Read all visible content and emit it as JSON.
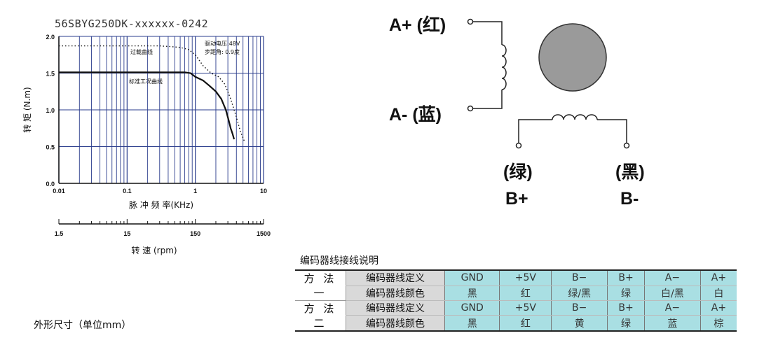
{
  "model": "56SBYG250DK-xxxxxx-0242",
  "chart_data": {
    "type": "line",
    "x_scale": "log",
    "xlim": [
      0.01,
      10
    ],
    "ylim": [
      0,
      2.0
    ],
    "xticks": [
      {
        "value": 0.01,
        "label": "0.01"
      },
      {
        "value": 0.1,
        "label": "0.1"
      },
      {
        "value": 1,
        "label": "1"
      },
      {
        "value": 10,
        "label": "10"
      }
    ],
    "yticks": [
      {
        "value": 0,
        "label": "0.0"
      },
      {
        "value": 0.5,
        "label": "0.5"
      },
      {
        "value": 1.0,
        "label": "1.0"
      },
      {
        "value": 1.5,
        "label": "1.5"
      },
      {
        "value": 2.0,
        "label": "2.0"
      }
    ],
    "xlabel": "脉 冲 频 率(KHz)",
    "ylabel": "转 矩 (N.m)",
    "grid": true,
    "annotations": [
      "驱动电压:48V",
      "步距角: 0.9度"
    ],
    "series": [
      {
        "name": "过载曲线",
        "style": "dotted",
        "x": [
          0.01,
          0.3,
          0.45,
          0.6,
          0.8,
          1.0,
          1.3,
          1.7,
          2.2,
          2.7,
          3.3,
          4.0,
          4.6,
          5.2
        ],
        "y": [
          1.87,
          1.87,
          1.86,
          1.85,
          1.82,
          1.75,
          1.6,
          1.5,
          1.45,
          1.35,
          1.15,
          0.9,
          0.7,
          0.58
        ]
      },
      {
        "name": "标准工况曲线",
        "style": "solid",
        "x": [
          0.01,
          0.7,
          0.85,
          1.0,
          1.3,
          1.6,
          2.0,
          2.4,
          2.8,
          3.1,
          3.3,
          3.5,
          3.7
        ],
        "y": [
          1.51,
          1.51,
          1.5,
          1.45,
          1.4,
          1.33,
          1.25,
          1.15,
          1.0,
          0.85,
          0.75,
          0.68,
          0.6
        ]
      }
    ],
    "speed_axis": {
      "label": "转 速 (rpm)",
      "ticks": [
        {
          "value": 1.5,
          "label": "1.5"
        },
        {
          "value": 15,
          "label": "15"
        },
        {
          "value": 150,
          "label": "150"
        },
        {
          "value": 1500,
          "label": "1500"
        }
      ]
    }
  },
  "wiring": {
    "a_plus": "A+ (红)",
    "a_minus": "A- (蓝)",
    "b_plus_color": "(绿)",
    "b_minus_color": "(黑)",
    "b_plus": "B+",
    "b_minus": "B-"
  },
  "encoder": {
    "title": "编码器线接线说明",
    "methods": [
      {
        "name": "方 法 一",
        "rows": [
          {
            "header": "编码器线定义",
            "cells": [
              "GND",
              "+5V",
              "B−",
              "B+",
              "A−",
              "A+"
            ]
          },
          {
            "header": "编码器线颜色",
            "cells": [
              "黑",
              "红",
              "绿/黑",
              "绿",
              "白/黑",
              "白"
            ]
          }
        ]
      },
      {
        "name": "方 法 二",
        "rows": [
          {
            "header": "编码器线定义",
            "cells": [
              "GND",
              "+5V",
              "B−",
              "B+",
              "A−",
              "A+"
            ]
          },
          {
            "header": "编码器线颜色",
            "cells": [
              "黑",
              "红",
              "黄",
              "绿",
              "蓝",
              "棕"
            ]
          }
        ]
      }
    ]
  },
  "dimensions_label": "外形尺寸（单位mm）",
  "colors": {
    "grid": "#2a3c8c",
    "curve": "#111111",
    "table_cell": "#a9dfe3",
    "table_header": "#d9d9d9",
    "motor_disc": "#9a9a9a"
  }
}
